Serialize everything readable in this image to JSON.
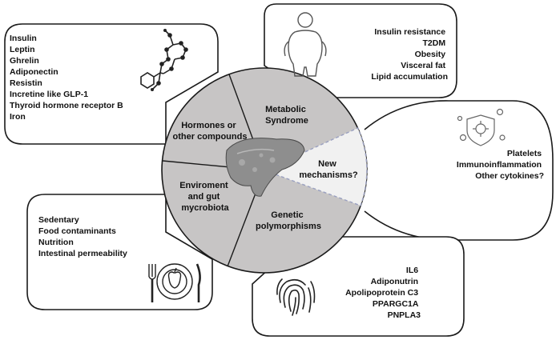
{
  "hormones_box": {
    "items": [
      "Insulin",
      "Leptin",
      "Ghrelin",
      "Adiponectin",
      "Resistin",
      "Incretine like GLP-1",
      "Thyroid hormone receptor B",
      "Iron"
    ],
    "icon": "molecule-structure-icon"
  },
  "metabolic_box": {
    "items": [
      "Insulin resistance",
      "T2DM",
      "Obesity",
      "Visceral fat",
      "Lipid accumulation"
    ],
    "icon": "obese-person-icon"
  },
  "new_mechanisms_box": {
    "items": [
      "Platelets",
      "Immunoinflammation",
      "Other cytokines?"
    ],
    "icon": "virus-shield-icon"
  },
  "environment_box": {
    "items": [
      "Sedentary",
      "Food contaminants",
      "Nutrition",
      "Intestinal permeability"
    ],
    "icon": "plate-cutlery-icon"
  },
  "genetic_box": {
    "items": [
      "IL6",
      "Adiponutrin",
      "Apolipoprotein C3",
      "PPARGC1A",
      "PNPLA3"
    ],
    "icon": "fingerprint-icon"
  },
  "segments": {
    "metabolic": [
      "Metabolic",
      "Syndrome"
    ],
    "hormones": [
      "Hormones or",
      "other compounds"
    ],
    "environment": [
      "Enviroment",
      "and gut",
      "mycrobiota"
    ],
    "genetic": [
      "Genetic",
      "polymorphisms"
    ],
    "new": [
      "New",
      "mechanisms?"
    ]
  },
  "center_icon": "liver-icon",
  "colors": {
    "pie": "#c7c5c5",
    "new_slice": "#f1f1f1",
    "border": "#1a1a1a",
    "dash": "#9aa0c0"
  }
}
